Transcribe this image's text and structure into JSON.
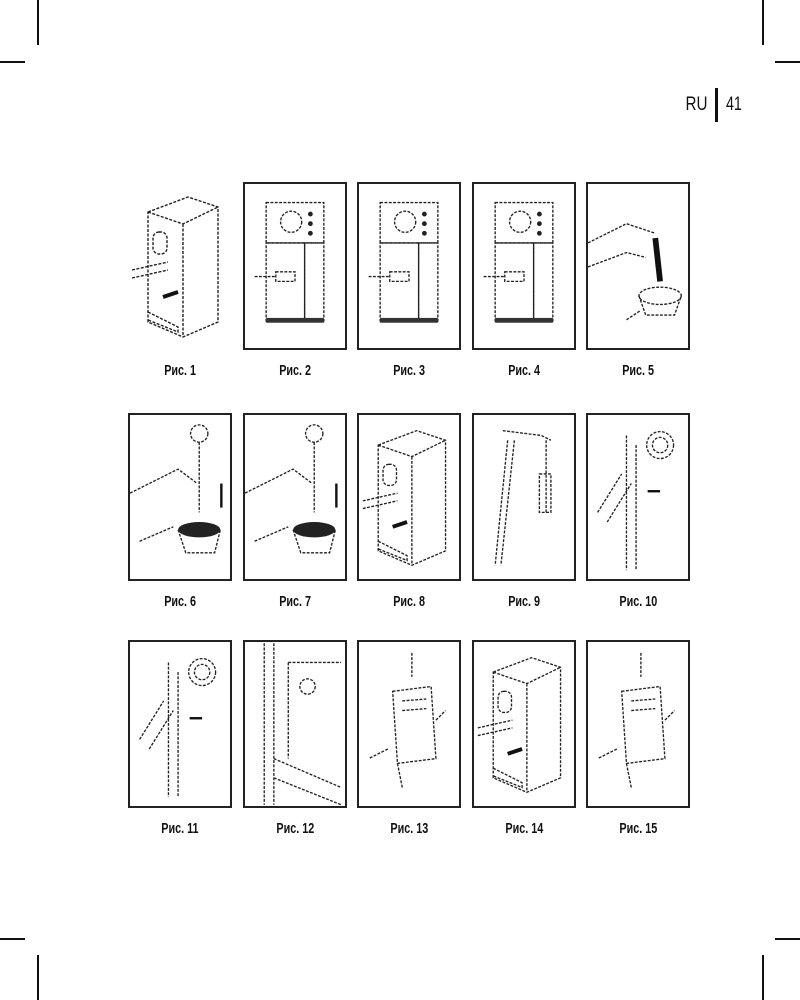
{
  "header": {
    "language": "RU",
    "page_number": "41"
  },
  "figures": [
    {
      "label": "Рис. 1",
      "kind": "machine-iso"
    },
    {
      "label": "Рис. 2",
      "kind": "machine-front"
    },
    {
      "label": "Рис. 3",
      "kind": "machine-front"
    },
    {
      "label": "Рис. 4",
      "kind": "machine-front"
    },
    {
      "label": "Рис. 5",
      "kind": "hand-scoop"
    },
    {
      "label": "Рис. 6",
      "kind": "hand-tamp"
    },
    {
      "label": "Рис. 7",
      "kind": "hand-tamp"
    },
    {
      "label": "Рис. 8",
      "kind": "machine-iso"
    },
    {
      "label": "Рис. 9",
      "kind": "wand"
    },
    {
      "label": "Рис. 10",
      "kind": "dial-wand"
    },
    {
      "label": "Рис. 11",
      "kind": "dial-wand"
    },
    {
      "label": "Рис. 12",
      "kind": "side"
    },
    {
      "label": "Рис. 13",
      "kind": "tank"
    },
    {
      "label": "Рис. 14",
      "kind": "machine-iso"
    },
    {
      "label": "Рис. 15",
      "kind": "tank"
    }
  ]
}
